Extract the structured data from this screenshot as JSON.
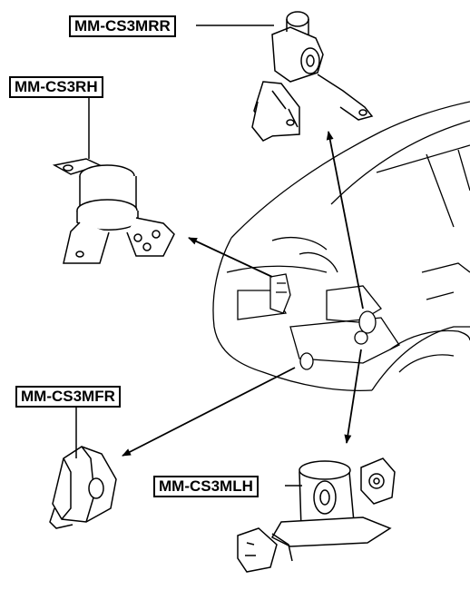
{
  "labels": {
    "mrr": "MM-CS3MRR",
    "rh": "MM-CS3RH",
    "mfr": "MM-CS3MFR",
    "mlh": "MM-CS3MLH"
  },
  "colors": {
    "ink": "#000000",
    "background": "#ffffff",
    "hatch": "#555555"
  }
}
